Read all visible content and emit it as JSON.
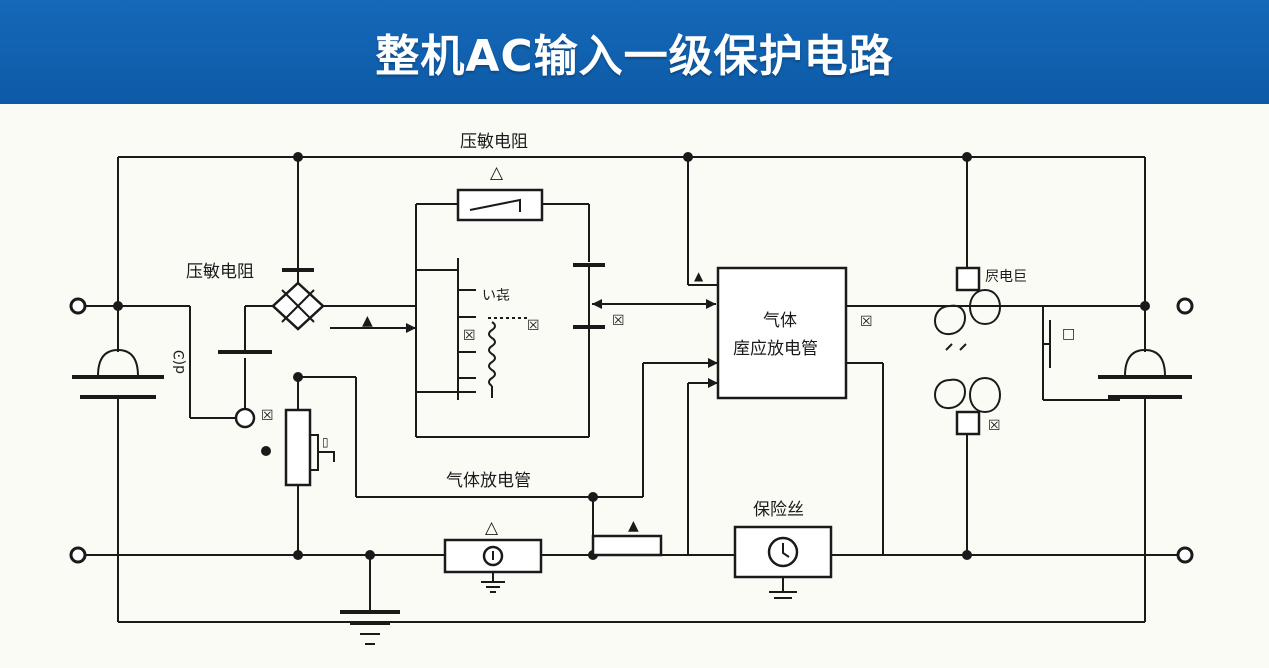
{
  "header": {
    "title": "整机AC输入一级保护电路",
    "background": "#0d5aa7",
    "text_color": "#ffffff"
  },
  "diagram": {
    "labels": {
      "varistor_top": "压敏电阻",
      "varistor_left": "压敏电阻",
      "gas_tube_mid": "气体放电管",
      "gas_tube_box_line1": "气体",
      "gas_tube_box_line2": "庢应放电管",
      "fuse": "保险丝",
      "inductor": "屄电巨",
      "small_left": "d(Ͽ",
      "relay_text": "い㐂",
      "small_sym_lt": "▯"
    },
    "symbols": {
      "triangle_outline": "△",
      "triangle_filled": "▲",
      "crossed_box": "☒",
      "small_square": "□"
    },
    "colors": {
      "wire": "#1a1a1a",
      "background": "#fbfbf6"
    }
  }
}
